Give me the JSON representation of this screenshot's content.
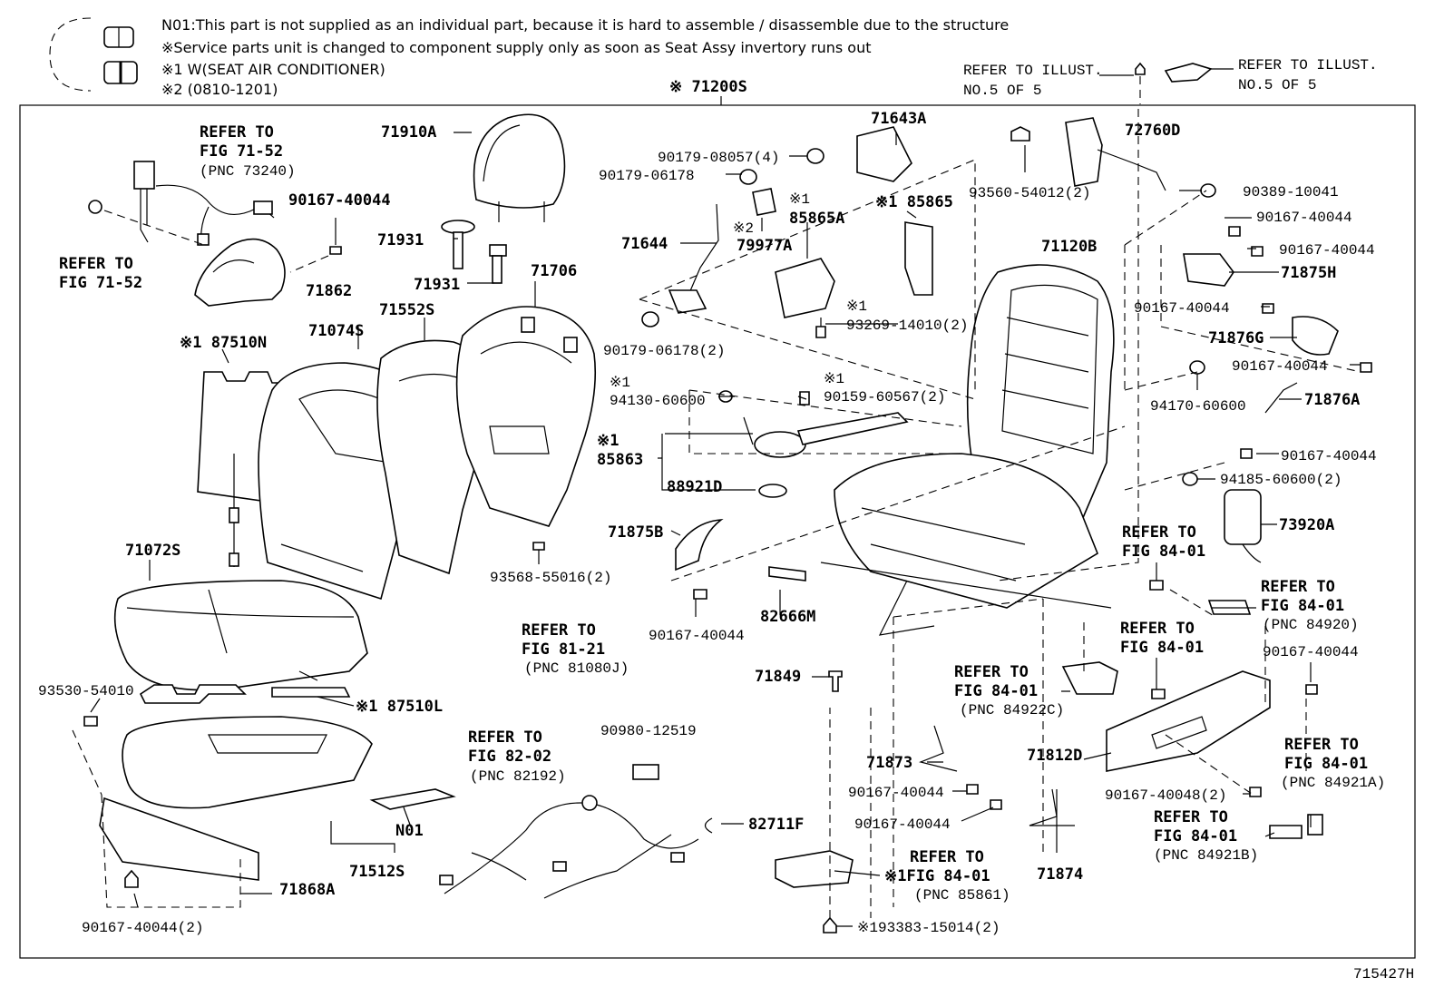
{
  "legend": {
    "n01": "N01:This part is not supplied as an individual part, because it is hard to assemble / disassemble due to the structure",
    "service": "※Service parts unit is changed to component supply only as soon as Seat Assy invertory runs out",
    "note1": "※1 W(SEAT AIR CONDITIONER)",
    "note2": "※2 (0810-1201)"
  },
  "top_refs": {
    "left_a": "REFER TO ILLUST.",
    "left_b": "NO.5 OF 5",
    "right_a": "REFER TO ILLUST.",
    "right_b": "NO.5 OF 5"
  },
  "assembly": "※ 71200S",
  "diagram_id": "715427H",
  "labels": [
    {
      "id": "l1",
      "text": "REFER TO"
    },
    {
      "id": "l2",
      "text": "FIG 71-52"
    },
    {
      "id": "l3",
      "text": "(PNC 73240)"
    },
    {
      "id": "l4",
      "text": "90167-40044"
    },
    {
      "id": "l5",
      "text": "REFER TO"
    },
    {
      "id": "l6",
      "text": "FIG 71-52"
    },
    {
      "id": "l7",
      "text": "71862"
    },
    {
      "id": "l8",
      "text": "71910A"
    },
    {
      "id": "l9",
      "text": "71931"
    },
    {
      "id": "l10",
      "text": "71931"
    },
    {
      "id": "l11",
      "text": "71706"
    },
    {
      "id": "l12",
      "text": "71552S"
    },
    {
      "id": "l13",
      "text": "71074S"
    },
    {
      "id": "l14",
      "text": "※1 87510N"
    },
    {
      "id": "l15",
      "text": "71072S"
    },
    {
      "id": "l16",
      "text": "93530-54010"
    },
    {
      "id": "l17",
      "text": "※1 87510L"
    },
    {
      "id": "l18",
      "text": "N01"
    },
    {
      "id": "l19",
      "text": "71512S"
    },
    {
      "id": "l20",
      "text": "71868A"
    },
    {
      "id": "l21",
      "text": "90167-40044(2)"
    },
    {
      "id": "l22",
      "text": "90179-08057(4)"
    },
    {
      "id": "l23",
      "text": "90179-06178"
    },
    {
      "id": "l24",
      "text": "71644"
    },
    {
      "id": "l25",
      "text": "※2"
    },
    {
      "id": "l26",
      "text": "79977A"
    },
    {
      "id": "l27",
      "text": "90179-06178(2)"
    },
    {
      "id": "l28",
      "text": "71643A"
    },
    {
      "id": "l29",
      "text": "※1"
    },
    {
      "id": "l30",
      "text": "85865A"
    },
    {
      "id": "l31",
      "text": "※1 85865"
    },
    {
      "id": "l32",
      "text": "※1"
    },
    {
      "id": "l33",
      "text": "93269-14010(2)"
    },
    {
      "id": "l34",
      "text": "※1"
    },
    {
      "id": "l35",
      "text": "94130-60600"
    },
    {
      "id": "l36",
      "text": "※1"
    },
    {
      "id": "l37",
      "text": "90159-60567(2)"
    },
    {
      "id": "l38",
      "text": "※1"
    },
    {
      "id": "l39",
      "text": "85863"
    },
    {
      "id": "l40",
      "text": "88921D"
    },
    {
      "id": "l41",
      "text": "93568-55016(2)"
    },
    {
      "id": "l42",
      "text": "71875B"
    },
    {
      "id": "l43",
      "text": "90167-40044"
    },
    {
      "id": "l44",
      "text": "REFER TO"
    },
    {
      "id": "l45",
      "text": "FIG 81-21"
    },
    {
      "id": "l46",
      "text": "(PNC 81080J)"
    },
    {
      "id": "l47",
      "text": "82666M"
    },
    {
      "id": "l48",
      "text": "71849"
    },
    {
      "id": "l49",
      "text": "REFER TO"
    },
    {
      "id": "l50",
      "text": "FIG 82-02"
    },
    {
      "id": "l51",
      "text": "(PNC 82192)"
    },
    {
      "id": "l52",
      "text": "90980-12519"
    },
    {
      "id": "l53",
      "text": "82711F"
    },
    {
      "id": "l54",
      "text": "REFER TO"
    },
    {
      "id": "l55",
      "text": "※1FIG 84-01"
    },
    {
      "id": "l56",
      "text": "(PNC 85861)"
    },
    {
      "id": "l57",
      "text": "※193383-15014(2)"
    },
    {
      "id": "l58",
      "text": "72760D"
    },
    {
      "id": "l59",
      "text": "93560-54012(2)"
    },
    {
      "id": "l60",
      "text": "90389-10041"
    },
    {
      "id": "l61",
      "text": "90167-40044"
    },
    {
      "id": "l62",
      "text": "90167-40044"
    },
    {
      "id": "l63",
      "text": "71875H"
    },
    {
      "id": "l64",
      "text": "71120B"
    },
    {
      "id": "l65",
      "text": "90167-40044"
    },
    {
      "id": "l66",
      "text": "71876G"
    },
    {
      "id": "l67",
      "text": "90167-40044"
    },
    {
      "id": "l68",
      "text": "94170-60600"
    },
    {
      "id": "l69",
      "text": "71876A"
    },
    {
      "id": "l70",
      "text": "90167-40044"
    },
    {
      "id": "l71",
      "text": "94185-60600(2)"
    },
    {
      "id": "l72",
      "text": "73920A"
    },
    {
      "id": "l73",
      "text": "REFER TO"
    },
    {
      "id": "l74",
      "text": "FIG 84-01"
    },
    {
      "id": "l75",
      "text": "REFER TO"
    },
    {
      "id": "l76",
      "text": "FIG 84-01"
    },
    {
      "id": "l77",
      "text": "(PNC 84920)"
    },
    {
      "id": "l78",
      "text": "REFER TO"
    },
    {
      "id": "l79",
      "text": "FIG 84-01"
    },
    {
      "id": "l80",
      "text": "90167-40044"
    },
    {
      "id": "l81",
      "text": "REFER TO"
    },
    {
      "id": "l82",
      "text": "FIG 84-01"
    },
    {
      "id": "l83",
      "text": "(PNC 84922C)"
    },
    {
      "id": "l84",
      "text": "71812D"
    },
    {
      "id": "l85",
      "text": "REFER TO"
    },
    {
      "id": "l86",
      "text": "FIG 84-01"
    },
    {
      "id": "l87",
      "text": "(PNC 84921A)"
    },
    {
      "id": "l88",
      "text": "71873"
    },
    {
      "id": "l89",
      "text": "90167-40044"
    },
    {
      "id": "l90",
      "text": "90167-40044"
    },
    {
      "id": "l91",
      "text": "90167-40048(2)"
    },
    {
      "id": "l92",
      "text": "REFER TO"
    },
    {
      "id": "l93",
      "text": "FIG 84-01"
    },
    {
      "id": "l94",
      "text": "(PNC 84921B)"
    },
    {
      "id": "l95",
      "text": "71874"
    }
  ]
}
